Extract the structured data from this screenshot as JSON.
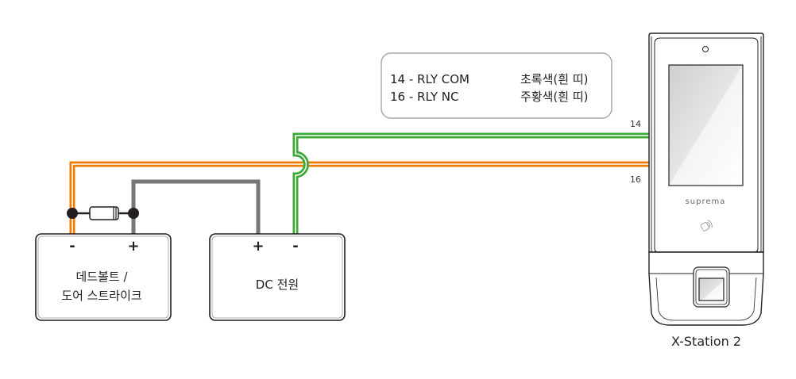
{
  "legend": {
    "rows": [
      {
        "pin": "14 - RLY COM",
        "color": "초록색(흰 띠)"
      },
      {
        "pin": "16 - RLY NC",
        "color": "주황색(흰 띠)"
      }
    ]
  },
  "wires": {
    "green": "#3aaa35",
    "orange": "#ef7d00",
    "gray": "#777777",
    "stripe": "#ffffff"
  },
  "lock_box": {
    "line1": "데드볼트 /",
    "line2": "도어 스트라이크",
    "minus": "-",
    "plus": "+"
  },
  "power_box": {
    "label": "DC 전원",
    "plus": "+",
    "minus": "-"
  },
  "device": {
    "pin_14": "14",
    "pin_16": "16",
    "brand": "suprema",
    "model": "X-Station 2"
  }
}
